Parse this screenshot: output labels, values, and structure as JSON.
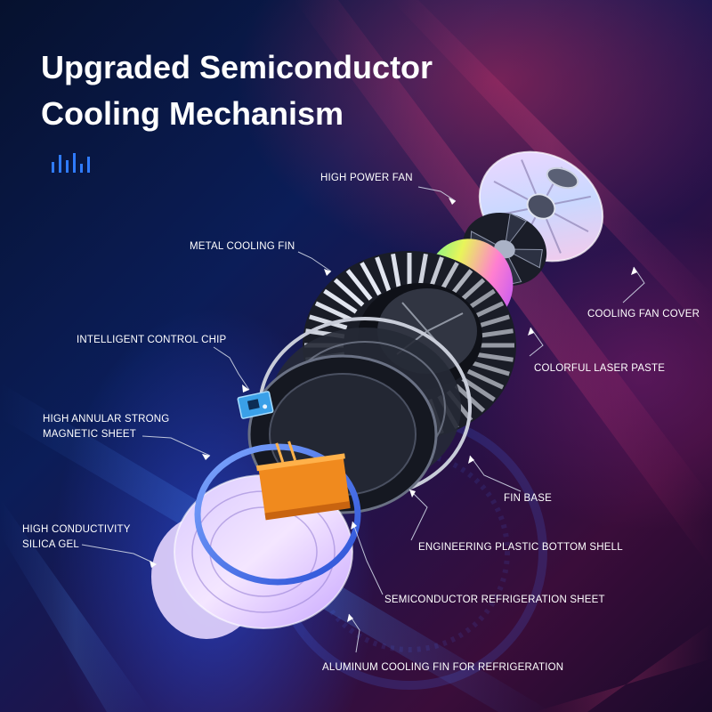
{
  "title": {
    "line1": "Upgraded Semiconductor",
    "line2": "Cooling Mechanism"
  },
  "labels": {
    "high_power_fan": "HIGH POWER FAN",
    "metal_cooling_fin": "METAL COOLING FIN",
    "cooling_fan_cover": "COOLING FAN COVER",
    "intelligent_control_chip": "INTELLIGENT CONTROL CHIP",
    "colorful_laser_paste": "COLORFUL LASER PASTE",
    "magnetic_sheet_line1": "HIGH ANNULAR STRONG",
    "magnetic_sheet_line2": "MAGNETIC SHEET",
    "fin_base": "FIN BASE",
    "silica_gel_line1": "HIGH CONDUCTIVITY",
    "silica_gel_line2": "SILICA GEL",
    "plastic_bottom_shell": "ENGINEERING PLASTIC BOTTOM SHELL",
    "refrigeration_sheet": "SEMICONDUCTOR REFRIGERATION SHEET",
    "aluminum_fin": "ALUMINUM COOLING FIN FOR REFRIGERATION"
  },
  "colors": {
    "accent_blue": "#2f7bff",
    "label_text": "#ffffff",
    "leader_line": "#cfd6e6",
    "refrigeration_sheet": "#f08a1e"
  },
  "icons": [
    "equalizer-icon"
  ]
}
